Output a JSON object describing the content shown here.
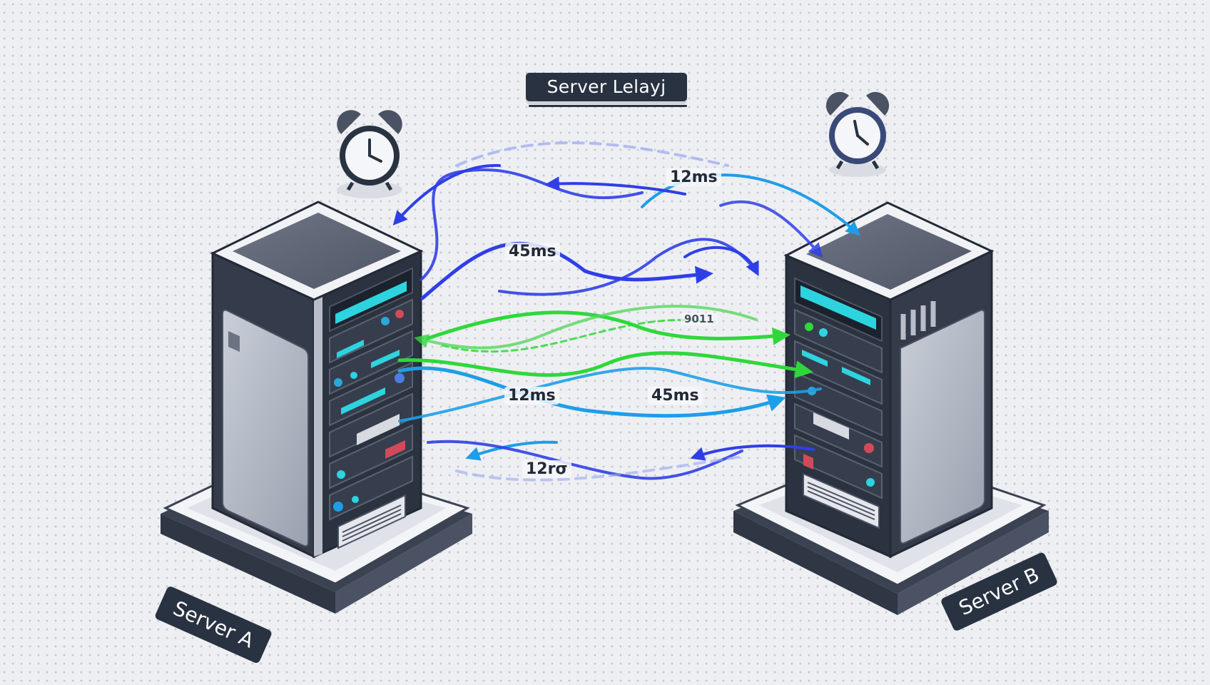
{
  "title": "Server Lelayj",
  "servers": {
    "a": {
      "label": "Server A"
    },
    "b": {
      "label": "Server B"
    }
  },
  "latency_labels": [
    "12ms",
    "45ms",
    "12ms",
    "45ms",
    "12rσ",
    "9011"
  ],
  "icons": [
    "alarm-clock-icon",
    "alarm-clock-icon",
    "server-rack-icon",
    "server-rack-icon"
  ],
  "colors": {
    "label_background": "#283241",
    "link_blue": "#2f3fe6",
    "link_cyan": "#1e9ee8",
    "link_green": "#2fd83a",
    "display_cyan": "#2ed3e0"
  }
}
